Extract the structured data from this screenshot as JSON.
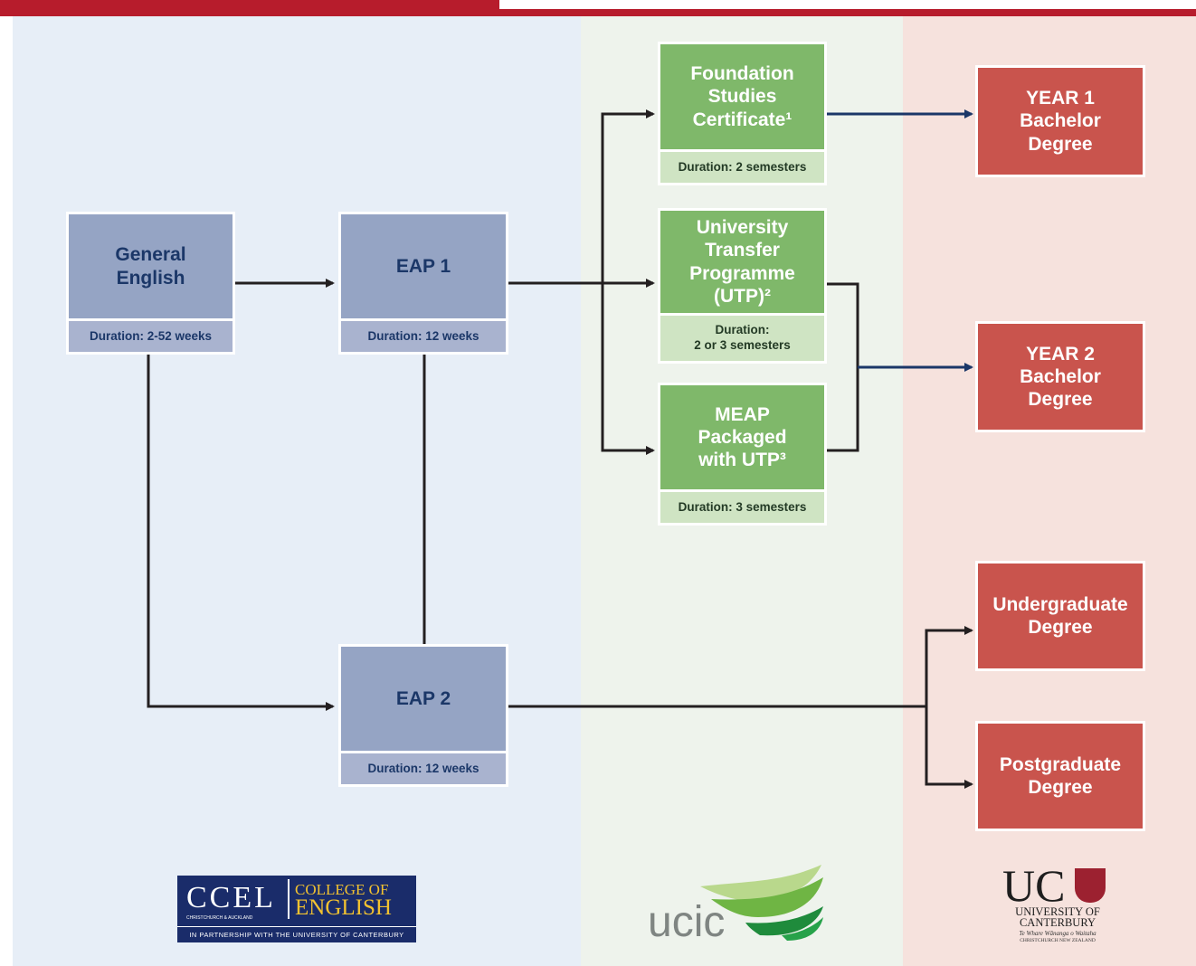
{
  "colors": {
    "header_red": "#b71c2c",
    "ccel_panel": "#e7eef7",
    "ucic_panel": "#eef3ec",
    "uc_panel": "#f6e2dd",
    "ccel_box": "#95a4c4",
    "ucic_box": "#7fb86a",
    "uc_box": "#c9544d",
    "connector_dark": "#231f20",
    "connector_navy": "#1b3768"
  },
  "ccel": {
    "general_english": {
      "title": "General English",
      "duration": "Duration: 2-52 weeks"
    },
    "eap1": {
      "title": "EAP 1",
      "duration": "Duration: 12 weeks"
    },
    "eap2": {
      "title": "EAP 2",
      "duration": "Duration: 12 weeks"
    }
  },
  "ucic": {
    "foundation": {
      "title": "Foundation Studies Certificate¹",
      "duration": "Duration: 2 semesters"
    },
    "utp": {
      "title": "University Transfer Programme (UTP)²",
      "duration_line1": "Duration:",
      "duration_line2": "2 or 3 semesters"
    },
    "meap": {
      "title": "MEAP Packaged with UTP³",
      "duration": "Duration: 3 semesters"
    }
  },
  "uc": {
    "year1": {
      "line1": "YEAR 1",
      "line2": "Bachelor",
      "line3": "Degree"
    },
    "year2": {
      "line1": "YEAR 2",
      "line2": "Bachelor",
      "line3": "Degree"
    },
    "undergraduate": {
      "line1": "Undergraduate",
      "line2": "Degree"
    },
    "postgraduate": {
      "line1": "Postgraduate",
      "line2": "Degree"
    }
  },
  "logos": {
    "ccel": {
      "letters": "CCEL",
      "sub": "CHRISTCHURCH & AUCKLAND",
      "right1": "COLLEGE OF",
      "right2": "ENGLISH",
      "partnership": "IN PARTNERSHIP WITH THE UNIVERSITY OF CANTERBURY"
    },
    "ucic": {
      "text": "ucic"
    },
    "uc": {
      "letters": "UC",
      "name1": "UNIVERSITY OF",
      "name2": "CANTERBURY",
      "motto": "Te Whare Wānanga o Waitaha",
      "location": "CHRISTCHURCH NEW ZEALAND"
    }
  }
}
